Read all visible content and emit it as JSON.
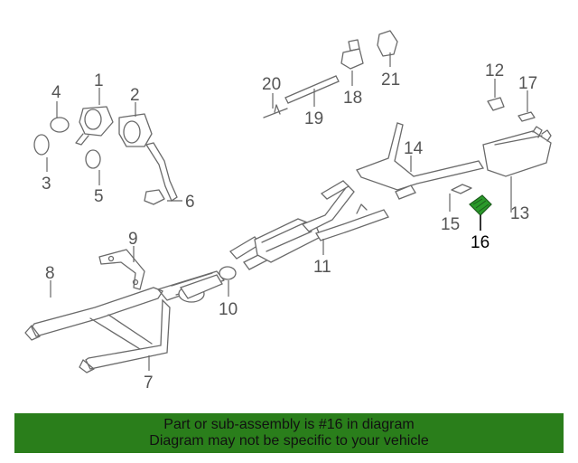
{
  "diagram": {
    "callouts": [
      {
        "id": "1",
        "label": "1"
      },
      {
        "id": "2",
        "label": "2"
      },
      {
        "id": "3",
        "label": "3"
      },
      {
        "id": "4",
        "label": "4"
      },
      {
        "id": "5",
        "label": "5"
      },
      {
        "id": "6",
        "label": "6"
      },
      {
        "id": "7",
        "label": "7"
      },
      {
        "id": "8",
        "label": "8"
      },
      {
        "id": "9",
        "label": "9"
      },
      {
        "id": "10",
        "label": "10"
      },
      {
        "id": "11",
        "label": "11"
      },
      {
        "id": "12",
        "label": "12"
      },
      {
        "id": "13",
        "label": "13"
      },
      {
        "id": "14",
        "label": "14"
      },
      {
        "id": "15",
        "label": "15"
      },
      {
        "id": "16",
        "label": "16"
      },
      {
        "id": "17",
        "label": "17"
      },
      {
        "id": "18",
        "label": "18"
      },
      {
        "id": "19",
        "label": "19"
      },
      {
        "id": "20",
        "label": "20"
      },
      {
        "id": "21",
        "label": "21"
      }
    ],
    "highlighted_part": "16",
    "highlight_color": "#2a9a2a"
  },
  "banner": {
    "line1": "Part or sub-assembly is #16 in diagram",
    "line2": "Diagram may not be specific to your vehicle",
    "color": "#2a7e1b"
  }
}
